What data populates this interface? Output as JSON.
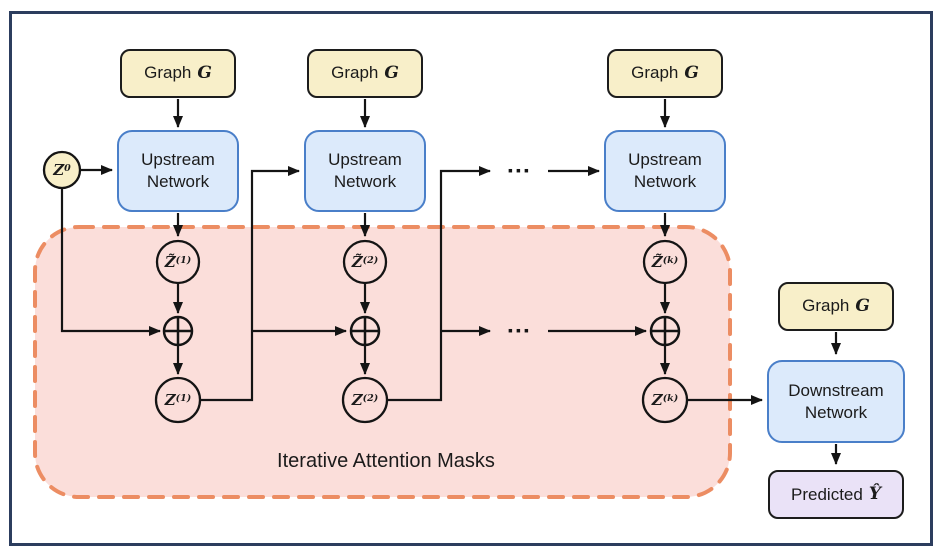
{
  "colors": {
    "frame_border": "#2c3d5e",
    "box_fill_yellow": "#f8efc9",
    "box_border_dark": "#1c1c1c",
    "network_fill": "#dceafb",
    "network_border": "#4a7fc9",
    "mask_fill": "#fbdeda",
    "mask_border": "#ec8d63",
    "predicted_fill": "#eae2f7",
    "line_color": "#141414"
  },
  "labels": {
    "graph_prefix": "Graph",
    "graph_var": "G",
    "upstream_line1": "Upstream",
    "upstream_line2": "Network",
    "downstream_line1": "Downstream",
    "downstream_line2": "Network",
    "predicted_prefix": "Predicted",
    "predicted_var": "Ŷ",
    "mask_region": "Iterative Attention Masks",
    "dots": "▪▪▪"
  },
  "nodes": {
    "z0": {
      "base": "Z",
      "sup": "0"
    },
    "zt1": {
      "base": "Z̃",
      "sup": "(1)"
    },
    "zt2": {
      "base": "Z̃",
      "sup": "(2)"
    },
    "ztk": {
      "base": "Z̃",
      "sup": "(k)"
    },
    "z1": {
      "base": "Z",
      "sup": "(1)"
    },
    "z2": {
      "base": "Z",
      "sup": "(2)"
    },
    "zk": {
      "base": "Z",
      "sup": "(k)"
    }
  }
}
